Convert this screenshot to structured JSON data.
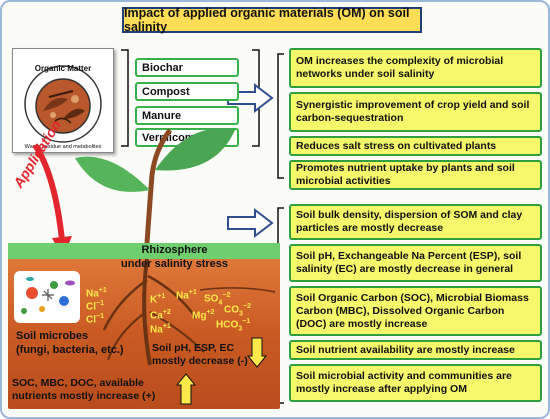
{
  "title": "Impact of applied organic materials (OM) on soil salinity",
  "organic_matter": {
    "logo_title": "Organic Matter",
    "logo_subtitle": "Waste, residue and metabolites",
    "items": [
      "Biochar",
      "Compost",
      "Manure",
      "Vermicompost"
    ]
  },
  "application_label": "Application",
  "rhizosphere": {
    "line1": "Rhizosphere",
    "line2": "under salinity stress"
  },
  "microbes": {
    "line1": "Soil microbes",
    "line2": "(fungi, bacteria, etc.)"
  },
  "ions": [
    {
      "base": "Na",
      "sup": "+1"
    },
    {
      "base": "Cl",
      "sup": "−1"
    },
    {
      "base": "Cl",
      "sup": "−1"
    },
    {
      "base": "K",
      "sup": "+1"
    },
    {
      "base": "Na",
      "sup": "+1"
    },
    {
      "base": "SO",
      "sub": "4",
      "sup": "−2"
    },
    {
      "base": "Ca",
      "sup": "+2"
    },
    {
      "base": "Mg",
      "sup": "+2"
    },
    {
      "base": "CO",
      "sub": "3",
      "sup": "−2"
    },
    {
      "base": "Na",
      "sup": "+1"
    },
    {
      "base": "HCO",
      "sub": "3",
      "sup": "−1"
    }
  ],
  "soil_ph_note": {
    "line1": "Soil pH, ESP, EC",
    "line2": "mostly decrease (-)"
  },
  "soc_note": {
    "line1": "SOC, MBC, DOC, available",
    "line2": "nutrients mostly increase (+)"
  },
  "effects": [
    "OM increases the complexity of microbial networks under soil salinity",
    "Synergistic improvement of crop yield and soil carbon-sequestration",
    "Reduces salt stress on cultivated plants",
    "Promotes nutrient uptake by plants and soil microbial activities",
    "Soil bulk density, dispersion of SOM and clay particles are mostly decrease",
    "Soil pH, Exchangeable Na Percent (ESP), soil salinity (EC) are mostly decrease in general",
    "Soil Organic Carbon (SOC), Microbial Biomass Carbon (MBC), Dissolved Organic Carbon (DOC) are mostly increase",
    "Soil nutrient availability are mostly increase",
    "Soil microbial activity and communities are mostly increase after applying OM"
  ],
  "colors": {
    "title_bg": "#ffdd55",
    "effect_bg": "#f5f86a",
    "effect_border": "#2f9e3f",
    "soil": "#d0652a",
    "rhizosphere": "#6fcf6f",
    "ion_text": "#ffe94a",
    "arrow_red": "#e3262d"
  }
}
